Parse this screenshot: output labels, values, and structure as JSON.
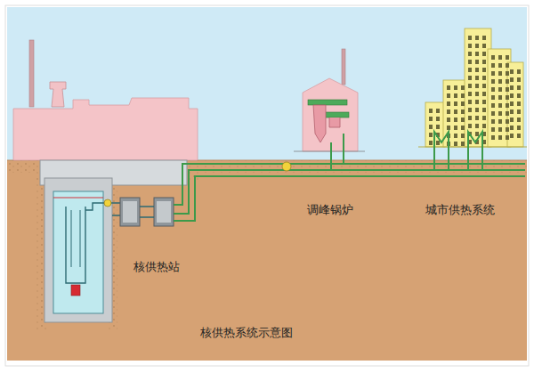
{
  "diagram": {
    "caption": "核供热系统示意图",
    "labels": [
      "调峰锅炉",
      "城市供热系统",
      "核供热站"
    ]
  }
}
